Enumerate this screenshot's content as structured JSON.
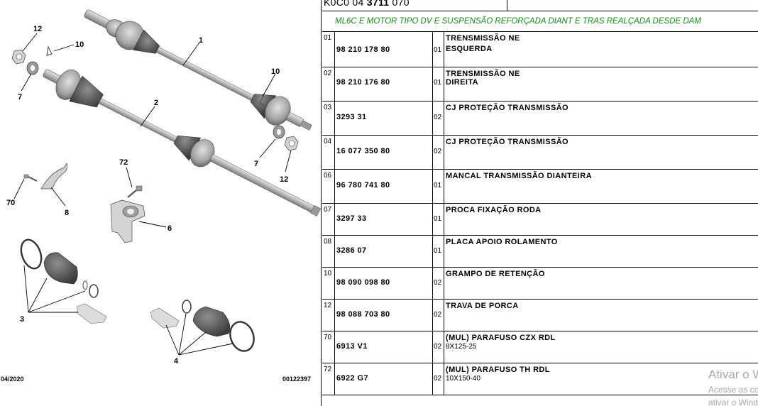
{
  "diagram": {
    "callouts": {
      "c12a": "12",
      "c10a": "10",
      "c7a": "7",
      "c1": "1",
      "c2": "2",
      "c10b": "10",
      "c7b": "7",
      "c12b": "12",
      "c72": "72",
      "c70": "70",
      "c8": "8",
      "c6": "6",
      "c3": "3",
      "c4": "4"
    },
    "date": "04/2020",
    "doc_number": "00122397"
  },
  "header": {
    "code_prefix": "K0C0 04 ",
    "code_bold": "3711",
    "code_suffix": " 070"
  },
  "banner": {
    "text": "ML6C E MOTOR TIPO DV E SUSPENSÃO REFORÇADA DIANT E TRAS REALÇADA DESDE DAM"
  },
  "parts": [
    {
      "item": "01",
      "ref": "98 210 178 80",
      "qty": "01",
      "desc": "TRENSMISSÃO NE",
      "desc2": "ESQUERDA",
      "sub": ""
    },
    {
      "item": "02",
      "ref": "98 210 176 80",
      "qty": "01",
      "desc": "TRENSMISSÃO NE",
      "desc2": "DIREITA",
      "sub": ""
    },
    {
      "item": "03",
      "ref": "3293 31",
      "qty": "02",
      "desc": "CJ PROTEÇÃO TRANSMISSÃO",
      "desc2": "",
      "sub": ""
    },
    {
      "item": "04",
      "ref": "16 077 350 80",
      "qty": "02",
      "desc": "CJ PROTEÇÃO TRANSMISSÃO",
      "desc2": "",
      "sub": ""
    },
    {
      "item": "06",
      "ref": "96 780 741 80",
      "qty": "01",
      "desc": "MANCAL TRANSMISSÃO DIANTEIRA",
      "desc2": "",
      "sub": ""
    },
    {
      "item": "07",
      "ref": "3297 33",
      "qty": "01",
      "desc": "PROCA FIXAÇÃO RODA",
      "desc2": "",
      "sub": ""
    },
    {
      "item": "08",
      "ref": "3286 07",
      "qty": "01",
      "desc": "PLACA APOIO ROLAMENTO",
      "desc2": "",
      "sub": ""
    },
    {
      "item": "10",
      "ref": "98 090 098 80",
      "qty": "02",
      "desc": "GRAMPO DE RETENÇÃO",
      "desc2": "",
      "sub": ""
    },
    {
      "item": "12",
      "ref": "98 088 703 80",
      "qty": "02",
      "desc": "TRAVA DE PORCA",
      "desc2": "",
      "sub": ""
    },
    {
      "item": "70",
      "ref": "6913 V1",
      "qty": "02",
      "desc": "(MUL) PARAFUSO CZX RDL",
      "desc2": "",
      "sub": "8X125-25"
    },
    {
      "item": "72",
      "ref": "6922 G7",
      "qty": "02",
      "desc": "(MUL) PARAFUSO TH RDL",
      "desc2": "",
      "sub": "10X150-40"
    }
  ],
  "watermark": {
    "title": "Ativar o Windows",
    "line1": "Acesse as configurações para",
    "line2": "ativar o Windows."
  }
}
